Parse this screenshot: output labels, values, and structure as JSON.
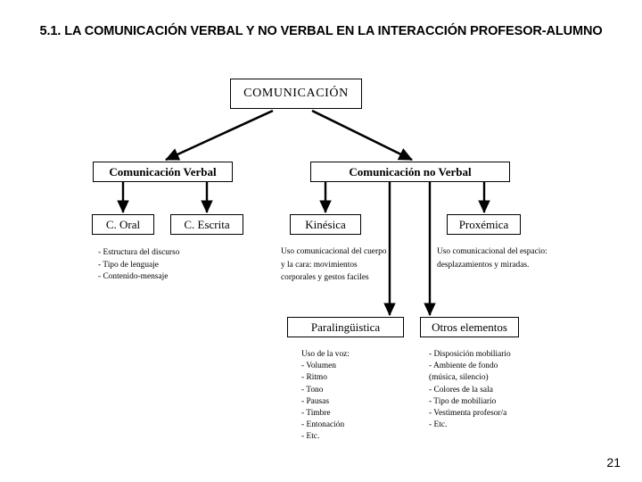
{
  "slide": {
    "title": "5.1. LA COMUNICACIÓN VERBAL Y NO VERBAL EN LA INTERACCIÓN PROFESOR-ALUMNO",
    "page_number": "21",
    "background_color": "#ffffff",
    "line_color": "#000000",
    "text_color": "#000000"
  },
  "diagram": {
    "type": "tree",
    "root": {
      "label": "COMUNICACIÓN"
    },
    "level2": [
      {
        "label": "Comunicación Verbal"
      },
      {
        "label": "Comunicación no Verbal"
      }
    ],
    "level3": [
      {
        "label": "C. Oral"
      },
      {
        "label": "C. Escrita"
      },
      {
        "label": "Kinésica"
      },
      {
        "label": "Proxémica"
      }
    ],
    "level4": [
      {
        "label": "Paralingüistica"
      },
      {
        "label": "Otros elementos"
      }
    ],
    "details": {
      "verbal": "- Estructura  del discurso\n- Tipo de lenguaje\n- Contenido-mensaje",
      "kinesica": "Uso comunicacional del cuerpo y la cara: movimientos corporales y gestos faciles",
      "proxemica": "Uso comunicacional del espacio: desplazamientos y miradas.",
      "paralinguistica": "Uso de la voz:\n- Volumen\n- Ritmo\n- Tono\n- Pausas\n- Timbre\n- Entonación\n- Etc.",
      "otros": "- Disposición mobiliario\n- Ambiente de fondo\n(música, silencio)\n- Colores de la sala\n- Tipo de mobiliario\n- Vestimenta profesor/a\n- Etc."
    }
  }
}
